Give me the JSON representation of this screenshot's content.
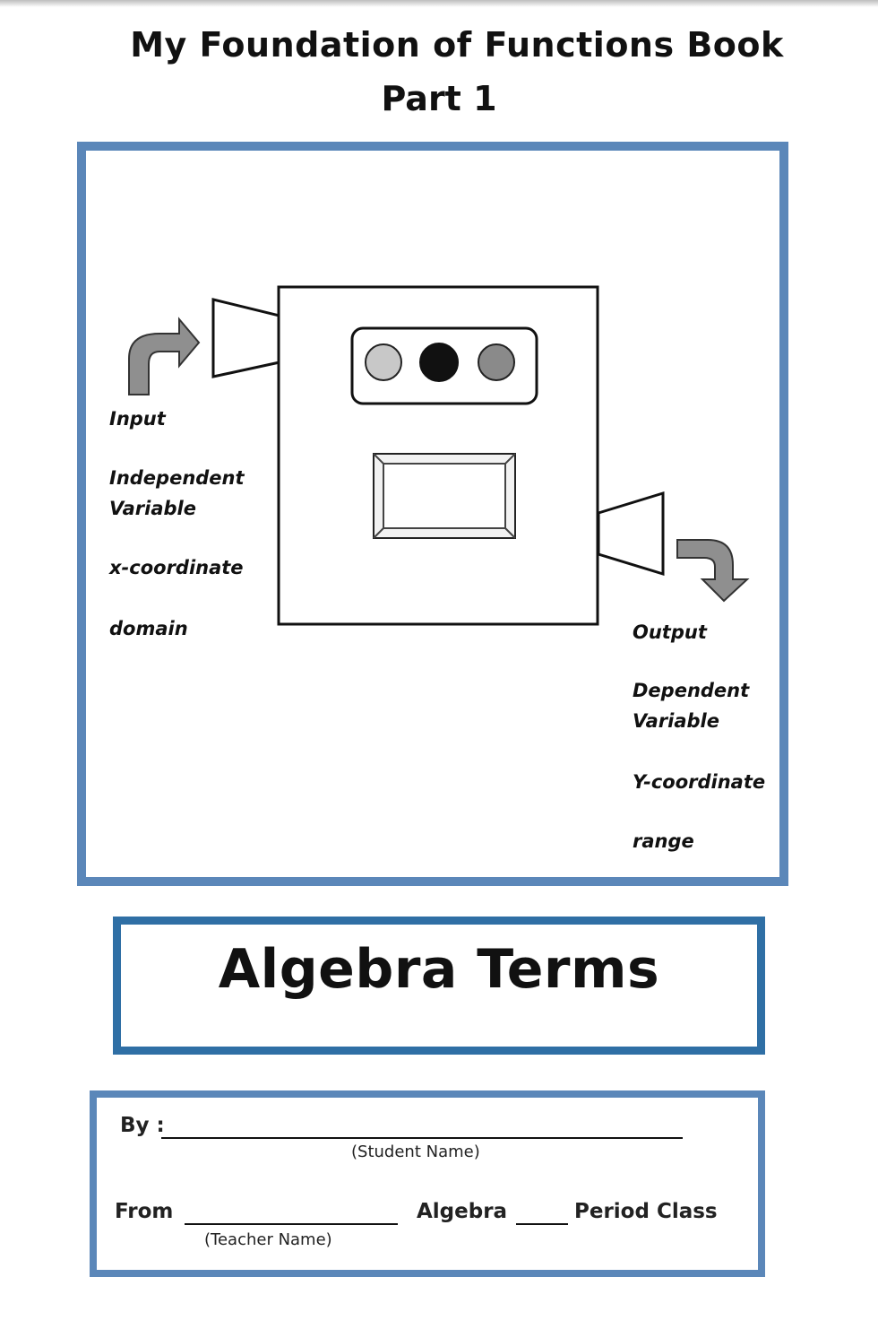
{
  "header": {
    "title_line1": "My Foundation of Functions Book",
    "title_line2": "Part 1"
  },
  "diagram": {
    "input_labels": [
      "Input",
      "Independent",
      "Variable",
      "x-coordinate",
      "domain"
    ],
    "output_labels": [
      "Output",
      "Dependent",
      "Variable",
      "Y-coordinate",
      "range"
    ],
    "colors": {
      "frame_border": "#5b87b9",
      "arrow_fill": "#8f8f8f",
      "light_button": "#c8c8c8",
      "dark_button": "#111111",
      "mid_button": "#8a8a8a"
    }
  },
  "terms_box": {
    "title": "Algebra Terms",
    "border_color": "#2f6fa5"
  },
  "form": {
    "by_label": "By :",
    "student_name_caption": "(Student Name)",
    "from_label": "From",
    "teacher_name_caption": "(Teacher Name)",
    "algebra_label": "Algebra",
    "period_class_label": "Period Class"
  }
}
